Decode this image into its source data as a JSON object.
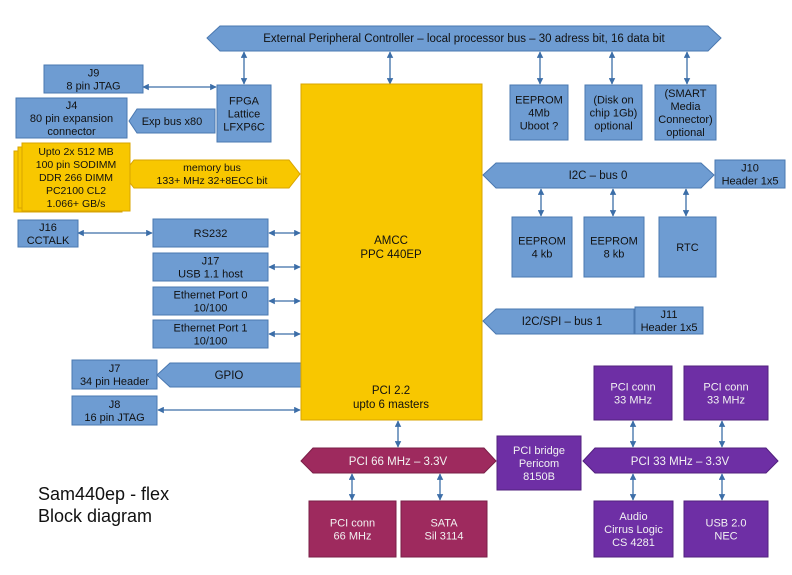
{
  "title": {
    "line1": "Sam440ep - flex",
    "line2": "Block diagram"
  },
  "colors": {
    "blue": "#6e9cd2",
    "blue_stroke": "#4a78b0",
    "yellow": "#f8c700",
    "yellow_stroke": "#d9a400",
    "maroon": "#9e2a5e",
    "maroon_stroke": "#7a1f47",
    "purple": "#6e2fa5",
    "purple_stroke": "#52207e",
    "arrow": "#3c6ea8"
  },
  "buses": {
    "epc": "External Peripheral Controller – local processor bus – 30 adress bit, 16 data bit",
    "memory": [
      "memory bus",
      "133+ MHz 32+8ECC bit"
    ],
    "exp": "Exp bus x80",
    "gpio": "GPIO",
    "i2c0": "I2C – bus 0",
    "i2cspi": "I2C/SPI – bus 1",
    "pci66": "PCI 66 MHz – 3.3V",
    "pci33": "PCI 33 MHz – 3.3V"
  },
  "cpu": {
    "name": [
      "AMCC",
      "PPC 440EP"
    ],
    "pci": [
      "PCI 2.2",
      "upto 6 masters"
    ]
  },
  "blocks": {
    "j9": [
      "J9",
      "8 pin JTAG"
    ],
    "j4": [
      "J4",
      "80 pin expansion",
      "connector"
    ],
    "fpga": [
      "FPGA",
      "Lattice",
      "LFXP6C"
    ],
    "memory": [
      "Upto 2x 512 MB",
      "100 pin SODIMM",
      "DDR 266 DIMM",
      "PC2100 CL2",
      "1.066+ GB/s"
    ],
    "j16": [
      "J16",
      "CCTALK"
    ],
    "rs232": [
      "RS232"
    ],
    "j17": [
      "J17",
      "USB 1.1 host"
    ],
    "eth0": [
      "Ethernet Port 0",
      "10/100"
    ],
    "eth1": [
      "Ethernet Port 1",
      "10/100"
    ],
    "j7": [
      "J7",
      "34 pin Header"
    ],
    "j8": [
      "J8",
      "16 pin JTAG"
    ],
    "eeprom4mb": [
      "EEPROM",
      "4Mb",
      "Uboot ?"
    ],
    "disk": [
      "(Disk on",
      "chip 1Gb)",
      "optional"
    ],
    "smart": [
      "(SMART",
      "Media",
      "Connector)",
      "optional"
    ],
    "j10": [
      "J10",
      "Header 1x5"
    ],
    "eeprom4kb": [
      "EEPROM",
      "4 kb"
    ],
    "eeprom8kb": [
      "EEPROM",
      "8 kb"
    ],
    "rtc": [
      "RTC"
    ],
    "j11": [
      "J11",
      "Header 1x5"
    ],
    "pcibridge": [
      "PCI bridge",
      "Pericom",
      "8150B"
    ],
    "pciconn1": [
      "PCI conn",
      "33 MHz"
    ],
    "pciconn2": [
      "PCI conn",
      "33 MHz"
    ],
    "pciconn66": [
      "PCI conn",
      "66 MHz"
    ],
    "sata": [
      "SATA",
      "Sil 3114"
    ],
    "audio": [
      "Audio",
      "Cirrus Logic",
      "CS 4281"
    ],
    "usb20": [
      "USB 2.0",
      "NEC"
    ]
  }
}
